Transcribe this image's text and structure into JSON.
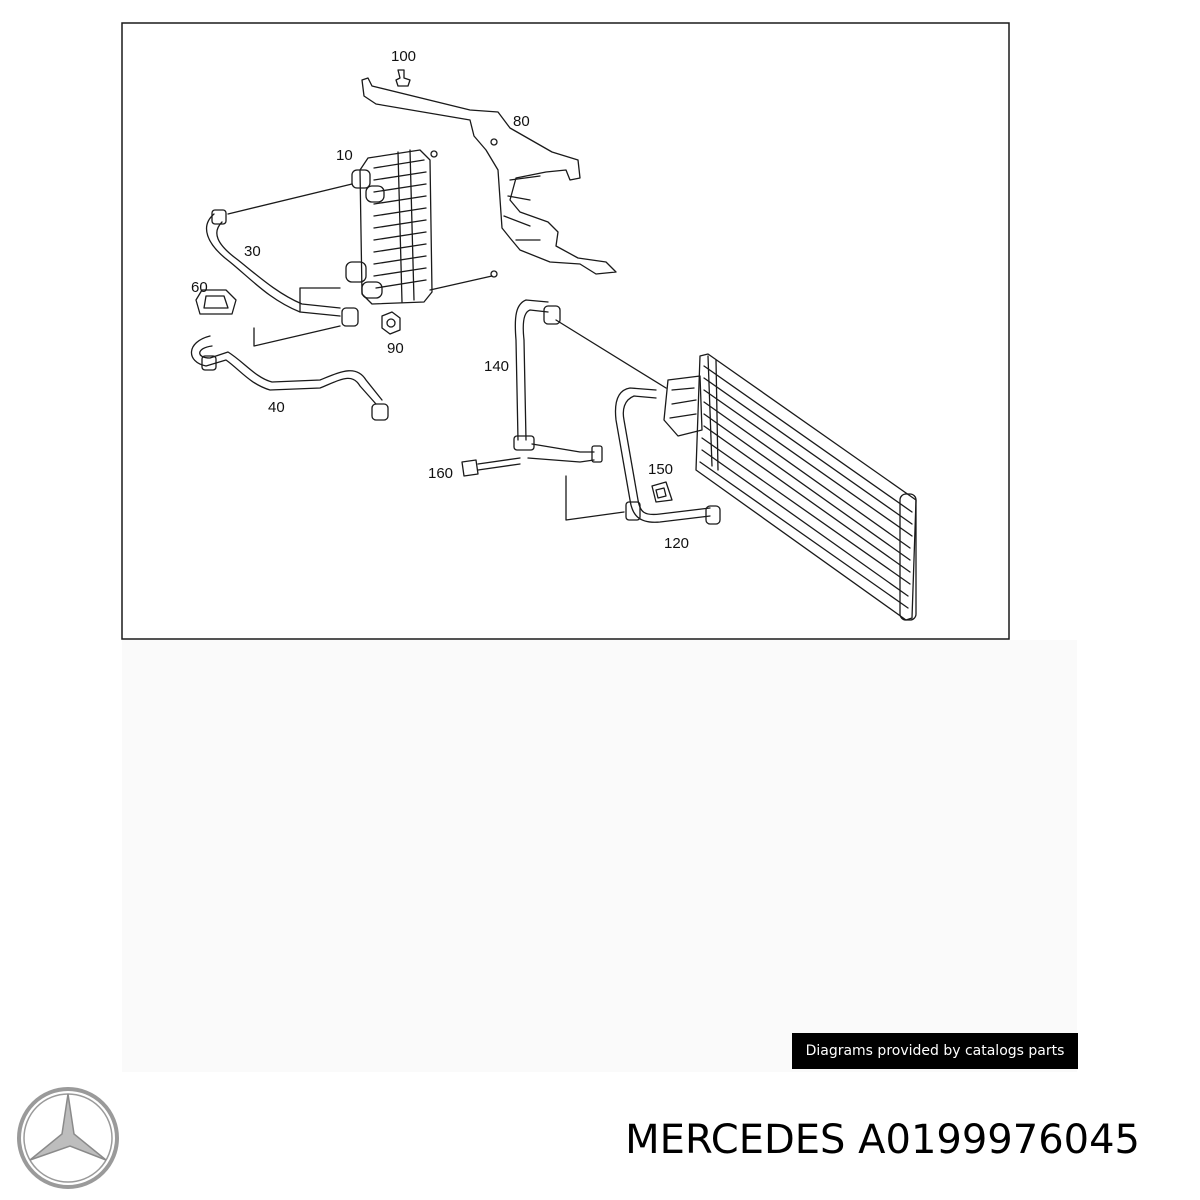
{
  "diagram": {
    "callouts": [
      "100",
      "80",
      "10",
      "30",
      "60",
      "90",
      "40",
      "140",
      "160",
      "150",
      "120"
    ]
  },
  "watermark": {
    "text": "Diagrams provided by catalogs parts"
  },
  "footer": {
    "title": "MERCEDES A0199976045",
    "logo_icon": "mercedes-star-icon"
  },
  "colors": {
    "line": "#1a1a1a",
    "background": "#ffffff",
    "watermark_bg": "#000000",
    "watermark_text": "#ffffff"
  }
}
